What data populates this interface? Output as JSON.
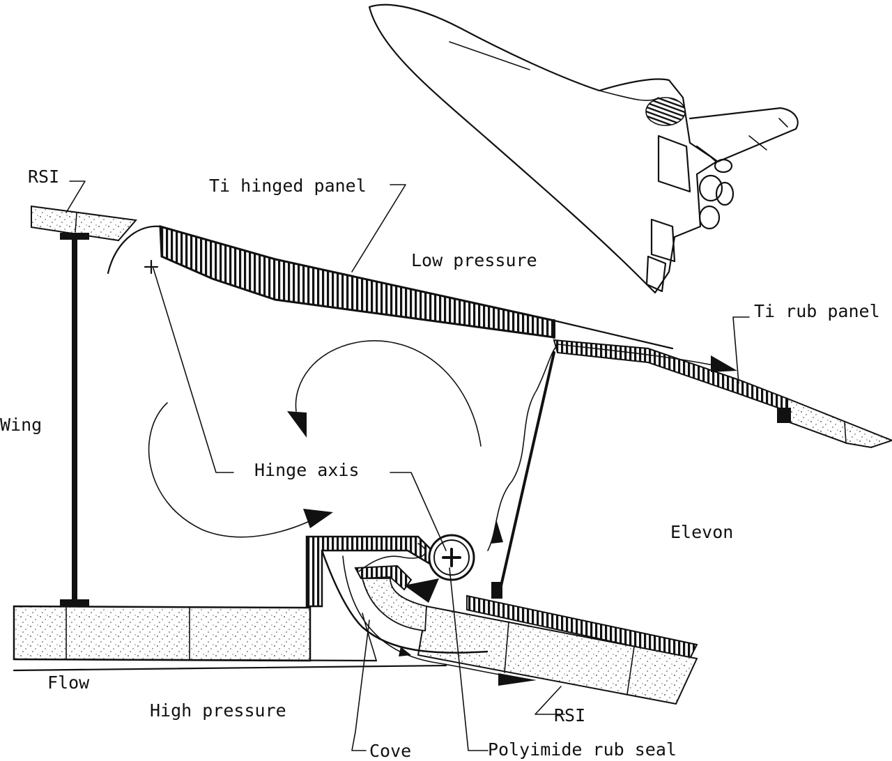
{
  "labels": {
    "rsi_top": "RSI",
    "ti_hinged_panel": "Ti hinged panel",
    "low_pressure": "Low pressure",
    "ti_rub_panel": "Ti rub panel",
    "wing": "Wing",
    "hinge_axis": "Hinge axis",
    "elevon": "Elevon",
    "flow": "Flow",
    "high_pressure": "High pressure",
    "rsi_bottom": "RSI",
    "cove": "Cove",
    "polyimide_rub_seal": "Polyimide rub seal"
  }
}
